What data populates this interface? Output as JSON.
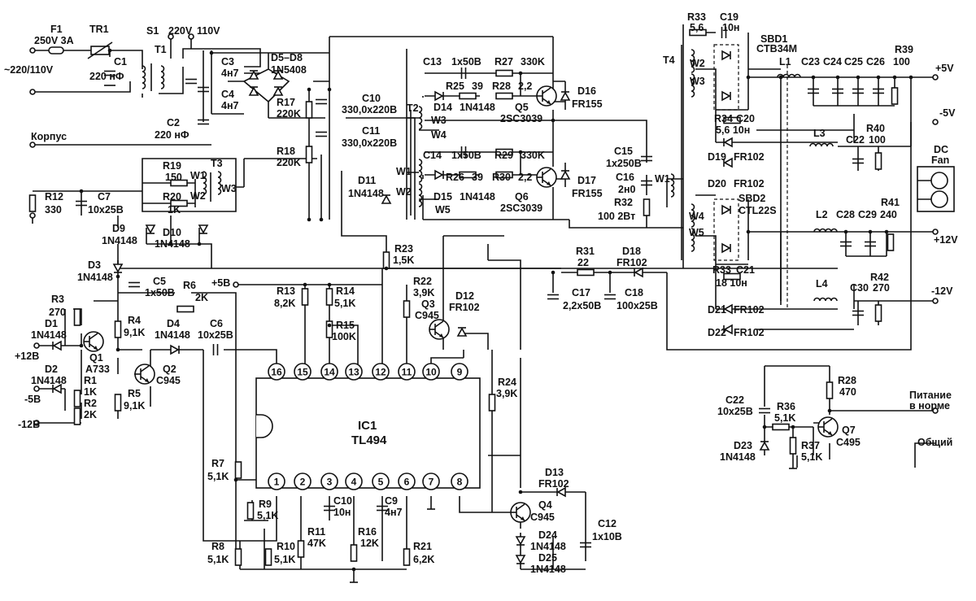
{
  "input": {
    "fuse": "F1",
    "fuse_rating": "250V 3A",
    "thermistor": "TR1",
    "mains": "~220/110V",
    "c1": "C1",
    "c1_val": "220 нФ",
    "switch": "S1",
    "switch_220": "220V",
    "switch_110": "110V",
    "t1": "T1",
    "c2": "C2",
    "c2_val": "220 нФ",
    "case_label": "Корпус",
    "c3": "C3",
    "c3_val": "4н7",
    "c4": "C4",
    "c4_val": "4н7",
    "bridge": "D5–D8",
    "bridge_val": "1N5408",
    "r17": "R17",
    "r17_val": "220K",
    "r18": "R18",
    "r18_val": "220K",
    "c10": "C10",
    "c10_val": "330,0x220B",
    "c11": "C11",
    "c11_val": "330,0x220B"
  },
  "half_bridge": {
    "t2": "T2",
    "w1": "W1",
    "w2": "W2",
    "w3": "W3",
    "w4": "W4",
    "w5": "W5",
    "c13": "C13",
    "c13_val": "1x50B",
    "r27": "R27",
    "r27_val": "330K",
    "r25": "R25",
    "r25_val": "39",
    "r28": "R28",
    "r28_val": "2,2",
    "d14": "D14",
    "d14_val": "1N4148",
    "q5": "Q5",
    "q5_val": "2SC3039",
    "d16": "D16",
    "d16_val": "FR155",
    "c14": "C14",
    "c14_val": "1x50B",
    "r29": "R29",
    "r29_val": "330K",
    "r26": "R26",
    "r26_val": "39",
    "r30": "R30",
    "r30_val": "2,2",
    "d15": "D15",
    "d15_val": "1N4148",
    "q6": "Q6",
    "q6_val": "2SC3039",
    "d17": "D17",
    "d17_val": "FR155",
    "d11": "D11",
    "d11_val": "1N4148",
    "c15": "C15",
    "c15_val": "1x250B",
    "c16": "C16",
    "c16_val": "2н0",
    "r32": "R32",
    "r32_val": "100 2Вт",
    "t4_w1": "W1"
  },
  "driver": {
    "r19": "R19",
    "r19_val": "150",
    "t3": "T3",
    "t3_w1": "W1",
    "t3_w2": "W2",
    "t3_w3": "W3",
    "r20": "R20",
    "r20_val": "1K",
    "d10": "D10",
    "d10_val": "1N4148",
    "r12": "R12",
    "r12_val": "330",
    "c7": "C7",
    "c7_val": "10x25B",
    "d9": "D9",
    "d9_val": "1N4148"
  },
  "outputs": {
    "t4": "T4",
    "w2": "W2",
    "w3": "W3",
    "w4": "W4",
    "w5": "W5",
    "r33a": "R33",
    "r33a_val": "5,6",
    "c19": "C19",
    "c19_val": "10н",
    "sbd1": "SBD1",
    "sbd1_val": "CTB34M",
    "l1": "L1",
    "c23": "C23",
    "c24": "C24",
    "c25": "C25",
    "c26": "C26",
    "r39": "R39",
    "r39_val": "100",
    "p5": "+5V",
    "r34": "R34",
    "c20": "C20",
    "r34_val": "5,6 10н",
    "n5": "-5V",
    "l3": "L3",
    "c22a": "C22",
    "r40": "R40",
    "r40_val": "100",
    "d19": "D19",
    "d19_val": "FR102",
    "d20": "D20",
    "d20_val": "FR102",
    "fan_1": "DC",
    "fan_2": "Fan",
    "sbd2": "SBD2",
    "sbd2_val": "CTL22S",
    "l2": "L2",
    "c28": "C28",
    "c29": "C29",
    "r41": "R41",
    "r41_val": "240",
    "p12": "+12V",
    "r33b": "R33",
    "c21": "C21",
    "r33b_val": "18 10н",
    "l4": "L4",
    "c30": "C30",
    "r42": "R42",
    "r42_val": "270",
    "n12": "-12V",
    "d21": "D21",
    "d21_val": "FR102",
    "d22": "D22",
    "d22_val": "FR102"
  },
  "feedback": {
    "r31": "R31",
    "r31_val": "22",
    "d18": "D18",
    "d18_val": "FR102",
    "c17": "C17",
    "c17_val": "2,2x50B",
    "c18": "C18",
    "c18_val": "100x25B",
    "r23": "R23",
    "r23_val": "1,5K",
    "r22": "R22",
    "r22_val": "3,9K",
    "q3": "Q3",
    "q3_val": "C945",
    "d12": "D12",
    "d12_val": "FR102",
    "r24": "R24",
    "r24_val": "3,9K",
    "d13": "D13",
    "d13_val": "FR102",
    "q4": "Q4",
    "q4_val": "C945",
    "c12": "C12",
    "c12_val": "1x10B",
    "d24": "D24",
    "d24_val": "1N4148",
    "d25": "D25",
    "d25_val": "1N4148"
  },
  "control": {
    "d3": "D3",
    "d3_val": "1N4148",
    "c5": "C5",
    "c5_val": "1x50B",
    "r6": "R6",
    "r6_val": "2K",
    "plus5": "+5B",
    "r3": "R3",
    "r3_val": "270",
    "d1": "D1",
    "d1_val": "1N4148",
    "q1": "Q1",
    "q1_val": "A733",
    "r4": "R4",
    "r4_val": "9,1K",
    "d4": "D4",
    "d4_val": "1N4148",
    "c6": "C6",
    "c6_val": "10x25B",
    "p12": "+12B",
    "d2": "D2",
    "d2_val": "1N4148",
    "r1": "R1",
    "r1_val": "1K",
    "q2": "Q2",
    "q2_val": "C945",
    "n5": "-5B",
    "r2": "R2",
    "r2_val": "2K",
    "r5": "R5",
    "r5_val": "9,1K",
    "n12": "-12B",
    "r13": "R13",
    "r13_val": "8,2K",
    "r14": "R14",
    "r14_val": "5,1K",
    "r15": "R15",
    "r15_val": "100K",
    "ic": "IC1",
    "ic_val": "TL494",
    "pins_top": [
      "16",
      "15",
      "14",
      "13",
      "12",
      "11",
      "10",
      "9"
    ],
    "pins_bottom": [
      "1",
      "2",
      "3",
      "4",
      "5",
      "6",
      "7",
      "8"
    ],
    "r7": "R7",
    "r7_val": "5,1K",
    "r9": "R9",
    "r9_val": "5,1K",
    "c10": "C10",
    "c10_val": "10н",
    "c9": "C9",
    "c9_val": "4н7",
    "r11": "R11",
    "r11_val": "47K",
    "r16": "R16",
    "r16_val": "12K",
    "r8": "R8",
    "r8_val": "5,1K",
    "r10": "R10",
    "r10_val": "5,1K",
    "r21": "R21",
    "r21_val": "6,2K"
  },
  "power_ok": {
    "c22": "C22",
    "c22_val": "10x25B",
    "r36": "R36",
    "r36_val": "5,1K",
    "r28": "R28",
    "r28_val": "470",
    "q7": "Q7",
    "q7_val": "C495",
    "d23": "D23",
    "d23_val": "1N4148",
    "r37": "R37",
    "r37_val": "5,1K",
    "pg_1": "Питание",
    "pg_2": "в норме",
    "common": "Общий"
  }
}
